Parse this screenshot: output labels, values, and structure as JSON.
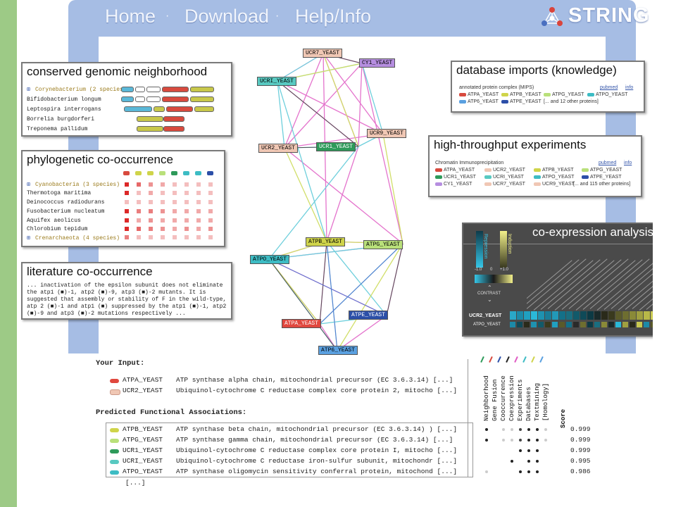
{
  "nav": {
    "home": "Home",
    "download": "Download",
    "help": "Help/Info",
    "sep": "·",
    "logo": "STRING"
  },
  "panels": {
    "genomic": {
      "title": "conserved genomic neighborhood",
      "rows": [
        "Corynebacterium (2 species)",
        "Bifidobacterium longum",
        "Leptospira interrogans",
        "Borrelia burgdorferi",
        "Treponema pallidum"
      ]
    },
    "phylo": {
      "title": "phylogenetic co-occurrence",
      "rows": [
        "Cyanobacteria (3 species)",
        "Thermotoga maritima",
        "Deinococcus radiodurans",
        "Fusobacterium nucleatum",
        "Aquifex aeolicus",
        "Chlorobium tepidum",
        "Crenarchaeota (4 species)"
      ]
    },
    "literature": {
      "title": "literature co-occurrence",
      "text": "... inactivation of the epsilon subunit does not eliminate the atp1 (■)-1, atp2 (■)-9, atp3 (■)-2 mutants. It is suggested that assembly or stability of F in the wild-type, atp 2 (■)-1 and atp1 (■) suppressed by the atp1 (■)-1, atp2 (■)-9 and atp3 (■)-2 mutations respectively ..."
    },
    "database": {
      "title": "database imports (knowledge)",
      "sub": "annotated protein complex (MIPS)",
      "pubmed": "pubmed",
      "info": "info",
      "items": [
        "ATPA_YEAST",
        "ATPB_YEAST",
        "ATPG_YEAST",
        "ATPO_YEAST",
        "ATP6_YEAST",
        "ATPE_YEAST",
        "[... and 12 other proteins]"
      ]
    },
    "htp": {
      "title": "high-throughput experiments",
      "sub": "Chromatin Immunoprecipitation",
      "pubmed": "pubmed",
      "info": "info",
      "items": [
        "ATPA_YEAST",
        "UCR2_YEAST",
        "ATPB_YEAST",
        "ATPG_YEAST",
        "UCR1_YEAST",
        "UCRI_YEAST",
        "ATPO_YEAST",
        "ATPE_YEAST",
        "CY1_YEAST",
        "UCR7_YEAST",
        "UCR9_YEAST",
        "[... and 115 other proteins]"
      ]
    },
    "coex": {
      "title": "co-expression analysis",
      "legend1": "Repression",
      "legend2": "Induction",
      "scale": [
        "-1.0",
        "0",
        "+1.0"
      ],
      "contrast": "CONTRAST",
      "row1": "UCR2_YEAST",
      "row2": "ATPO_YEAST"
    }
  },
  "network": {
    "nodes": [
      "UCR7_YEAST",
      "CY1_YEAST",
      "UCRI_YEAST",
      "UCR9_YEAST",
      "UCR2_YEAST",
      "UCR1_YEAST",
      "ATPB_YEAST",
      "ATPG_YEAST",
      "ATPO_YEAST",
      "ATPA_YEAST",
      "ATPE_YEAST",
      "ATP6_YEAST"
    ]
  },
  "results": {
    "your_input": "Your Input:",
    "inputs": [
      {
        "id": "ATPA_YEAST",
        "desc": "ATP synthase alpha chain, mitochondrial precursor (EC 3.6.3.14) [...]"
      },
      {
        "id": "UCR2_YEAST",
        "desc": "Ubiquinol-cytochrome C reductase complex core protein 2, mitocho [...]"
      }
    ],
    "predicted": "Predicted Functional Associations:",
    "assoc": [
      {
        "id": "ATPB_YEAST",
        "desc": "ATP synthase beta chain, mitochondrial precursor (EC 3.6.3.14) ) [...]",
        "score": "0.999"
      },
      {
        "id": "ATPG_YEAST",
        "desc": "ATP synthase gamma chain, mitochondrial precursor (EC 3.6.3.14) [...]",
        "score": "0.999"
      },
      {
        "id": "UCR1_YEAST",
        "desc": "Ubiquinol-cytochrome C reductase complex core protein I, mitocho [...]",
        "score": "0.999"
      },
      {
        "id": "UCRI_YEAST",
        "desc": "Ubiquinol-cytochrome C reductase iron-sulfur subunit, mitochondr [...]",
        "score": "0.995"
      },
      {
        "id": "ATPO_YEAST",
        "desc": "ATP synthase oligomycin sensitivity conferral protein, mitochond [...]",
        "score": "0.986"
      }
    ],
    "more": "[...]",
    "columns": [
      "Neighborhood",
      "Gene Fusion",
      "Cooccurrence",
      "Coexpression",
      "Experiments",
      "Databases",
      "Textmining",
      "[Homology]"
    ],
    "score_header": "Score"
  },
  "colors": {
    "frame": "#a6bde4",
    "green_bar": "#9dca86",
    "coex_bg": "#4a4a4a"
  }
}
